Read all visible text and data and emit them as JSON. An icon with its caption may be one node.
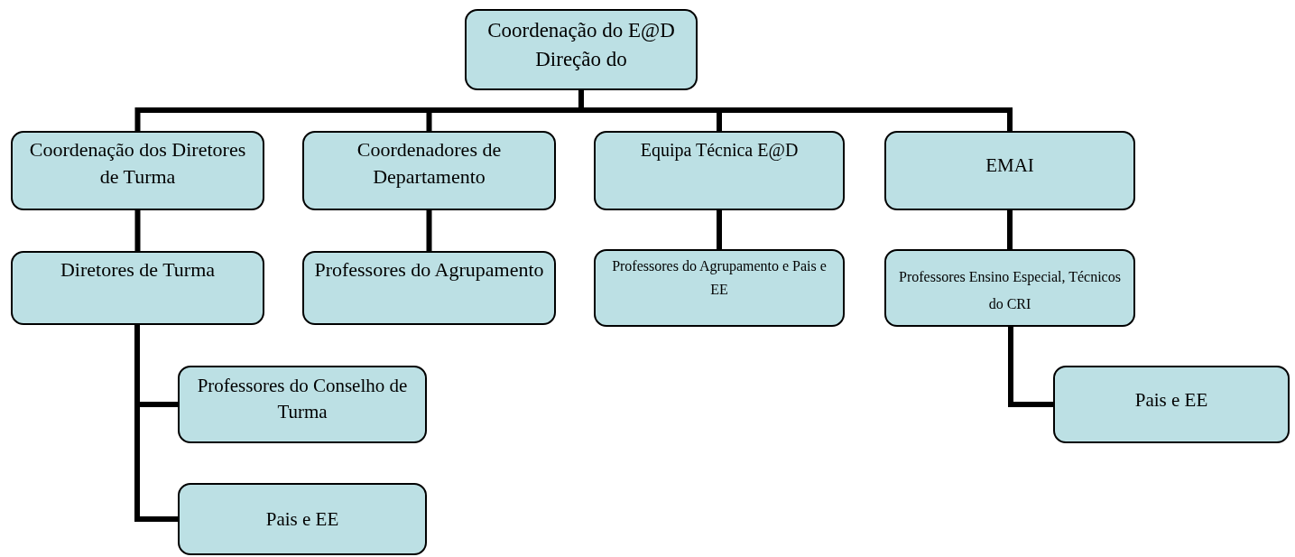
{
  "diagram": {
    "nodes": [
      {
        "text": [
          "Coordenação do E@D Direção do"
        ]
      },
      {
        "text": [
          "Coordenação dos Diretores de Turma"
        ]
      },
      {
        "text": [
          "Coordenadores de Departamento"
        ]
      },
      {
        "text": [
          "Equipa Técnica E@D"
        ]
      },
      {
        "text": [
          "EMAI"
        ]
      },
      {
        "text": [
          "Diretores de Turma"
        ]
      },
      {
        "text": [
          "Professores do Agrupamento"
        ]
      },
      {
        "text": [
          "Professores do Agrupamento e Pais e EE"
        ]
      },
      {
        "text": [
          "Professores Ensino Especial, Técnicos do CRI"
        ]
      },
      {
        "text": [
          "Professores do Conselho de Turma"
        ]
      },
      {
        "text": [
          "Pais e EE"
        ]
      },
      {
        "text": [
          "Pais e EE"
        ]
      }
    ],
    "edges": [
      {
        "from": 0,
        "to": 1,
        "arrow": "none"
      },
      {
        "from": 0,
        "to": 2,
        "arrow": "none"
      },
      {
        "from": 0,
        "to": 3,
        "arrow": "none"
      },
      {
        "from": 0,
        "to": 4,
        "arrow": "none"
      },
      {
        "from": 1,
        "to": 5,
        "arrow": "none"
      },
      {
        "from": 2,
        "to": 6,
        "arrow": "none"
      },
      {
        "from": 3,
        "to": 7,
        "arrow": "none"
      },
      {
        "from": 4,
        "to": 8,
        "arrow": "none"
      },
      {
        "from": 5,
        "to": 9,
        "arrow": "none"
      },
      {
        "from": 5,
        "to": 10,
        "arrow": "none"
      },
      {
        "from": 8,
        "to": 11,
        "arrow": "none"
      }
    ]
  }
}
